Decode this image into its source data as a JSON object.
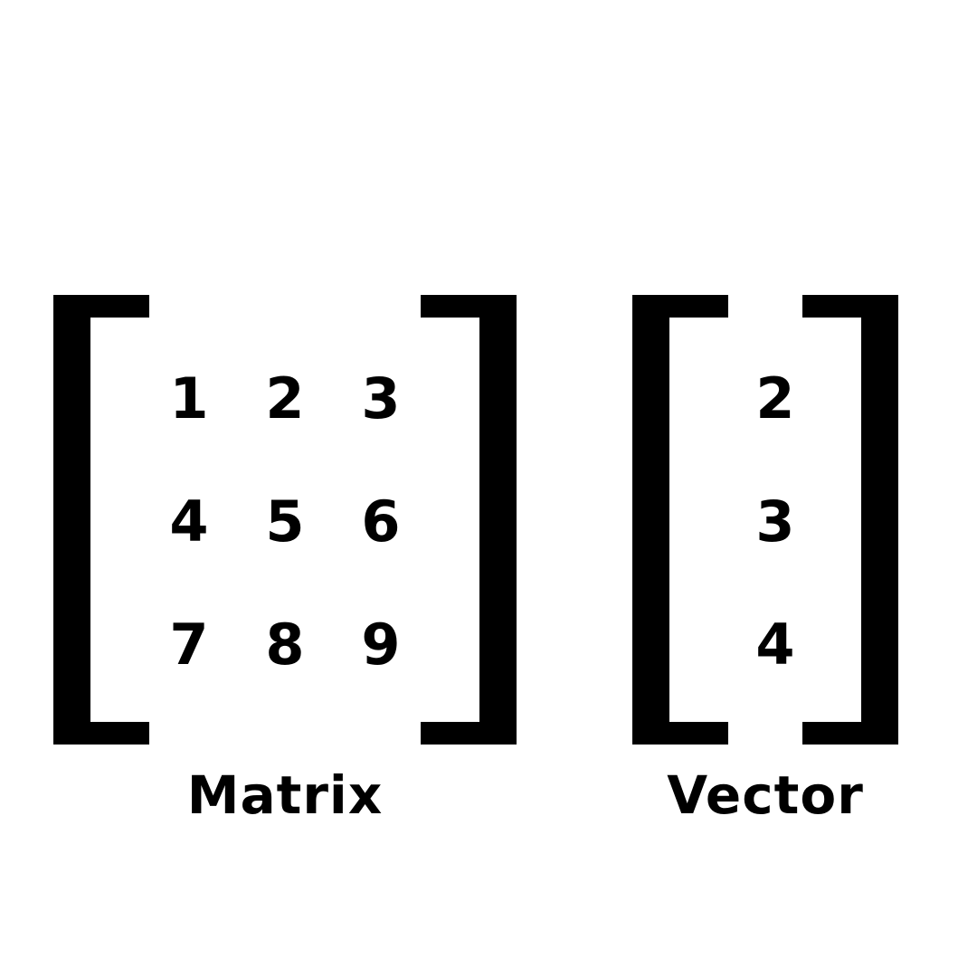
{
  "figure": {
    "background": "#ffffff",
    "ink": "#000000"
  },
  "matrix": {
    "label": "Matrix",
    "rows": [
      [
        "1",
        "2",
        "3"
      ],
      [
        "4",
        "5",
        "6"
      ],
      [
        "7",
        "8",
        "9"
      ]
    ]
  },
  "vector": {
    "label": "Vector",
    "values": [
      "2",
      "3",
      "4"
    ]
  }
}
